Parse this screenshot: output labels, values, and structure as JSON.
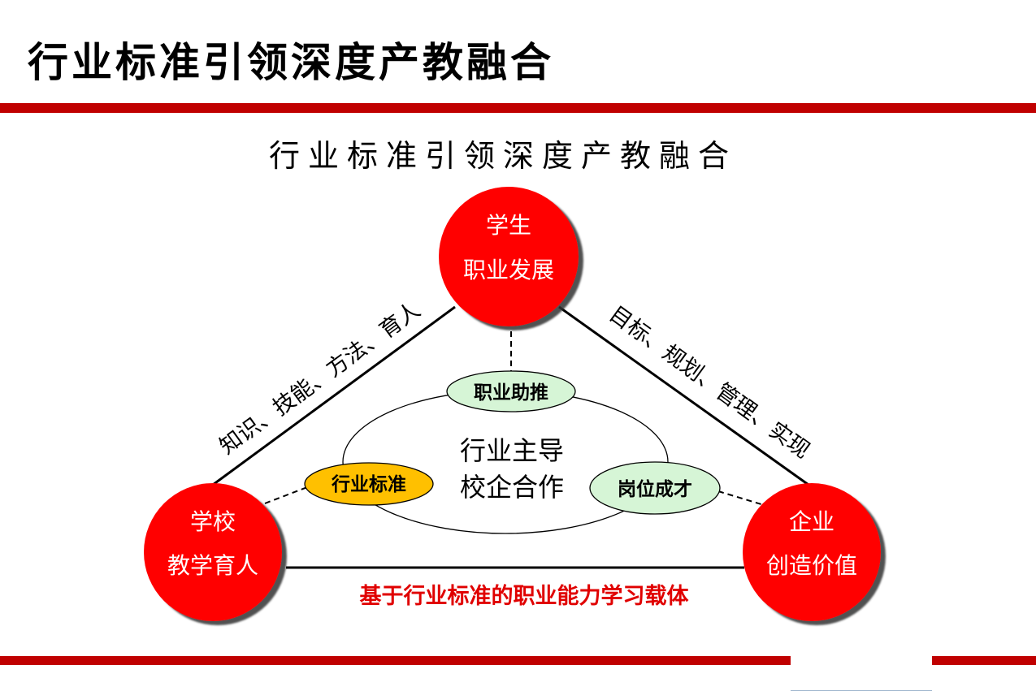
{
  "page_title": "行业标准引领深度产教融合",
  "diagram": {
    "subtitle": "行业标准引领深度产教融合",
    "nodes": {
      "student": {
        "line1": "学生",
        "line2": "职业发展"
      },
      "school": {
        "line1": "学校",
        "line2": "教学育人"
      },
      "enterprise": {
        "line1": "企业",
        "line2": "创造价值"
      }
    },
    "edges": {
      "left": "知识、技能、方法、育人",
      "right": "目标、规划、管理、实现",
      "bottom": "基于行业标准的职业能力学习载体"
    },
    "center": {
      "line1": "行业主导",
      "line2": "校企合作"
    },
    "badges": {
      "career_push": "职业助推",
      "industry_standard": "行业标准",
      "job_success": "岗位成才"
    }
  },
  "colors": {
    "accent_red": "#c00000",
    "node_red": "#ff0000",
    "badge_green": "#d6f5d6",
    "badge_gold": "#ffc000",
    "label_red": "#e00000"
  }
}
